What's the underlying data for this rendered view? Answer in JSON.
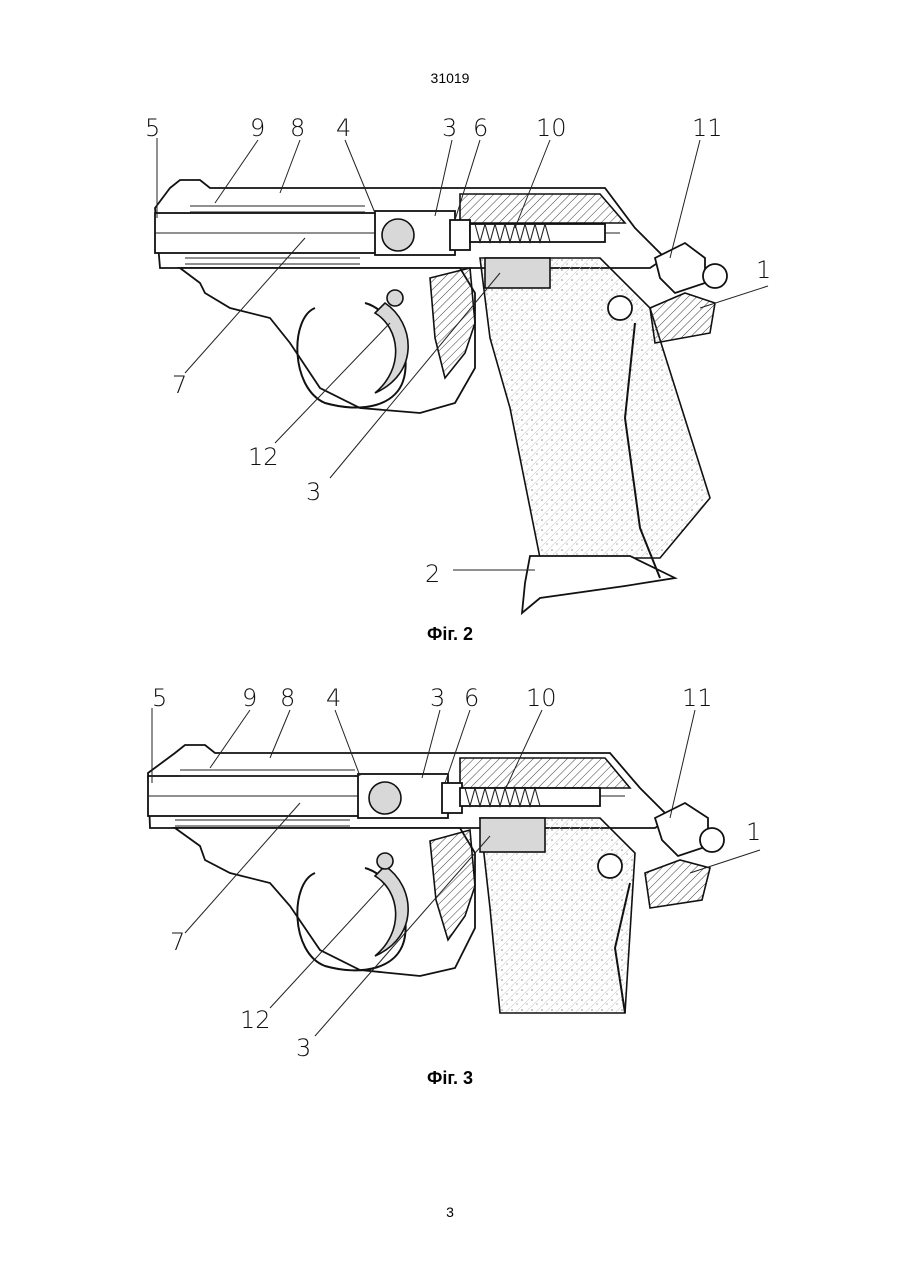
{
  "header": {
    "document_number": "31019"
  },
  "footer": {
    "page_number": "3"
  },
  "figures": [
    {
      "id": "fig2",
      "caption": "Фіг. 2",
      "callouts": [
        "5",
        "9",
        "8",
        "4",
        "3",
        "6",
        "10",
        "11",
        "1",
        "7",
        "12",
        "3",
        "2"
      ]
    },
    {
      "id": "fig3",
      "caption": "Фіг. 3",
      "callouts": [
        "5",
        "9",
        "8",
        "4",
        "3",
        "6",
        "10",
        "11",
        "1",
        "7",
        "12",
        "3"
      ]
    }
  ]
}
